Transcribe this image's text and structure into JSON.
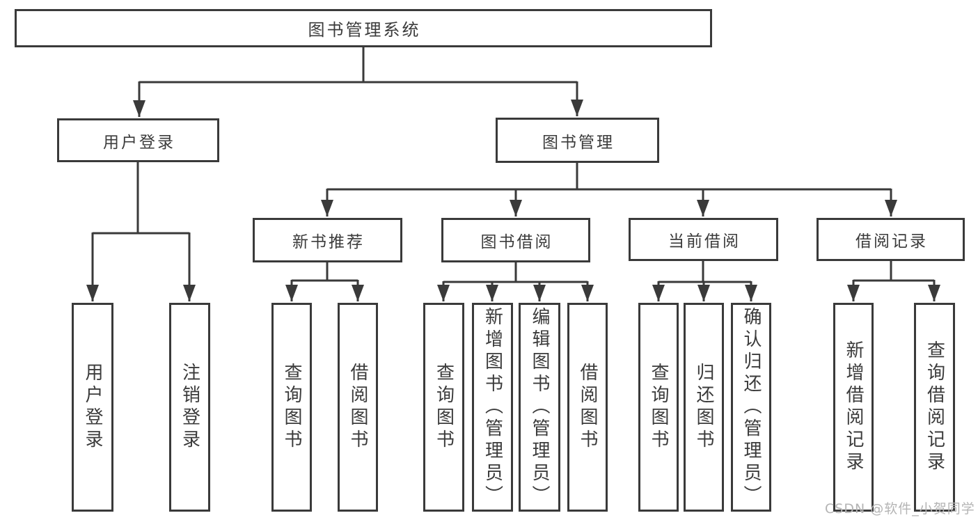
{
  "tree": {
    "label": "图书管理系统",
    "children": [
      {
        "label": "用户登录",
        "children": [
          {
            "label": "用户登录"
          },
          {
            "label": "注销登录"
          }
        ]
      },
      {
        "label": "图书管理",
        "children": [
          {
            "label": "新书推荐",
            "children": [
              {
                "label": "查询图书"
              },
              {
                "label": "借阅图书"
              }
            ]
          },
          {
            "label": "图书借阅",
            "children": [
              {
                "label": "查询图书"
              },
              {
                "label": "新增图书（管理员）"
              },
              {
                "label": "编辑图书（管理员）"
              },
              {
                "label": "借阅图书"
              }
            ]
          },
          {
            "label": "当前借阅",
            "children": [
              {
                "label": "查询图书"
              },
              {
                "label": "归还图书"
              },
              {
                "label": "确认归还（管理员）"
              }
            ]
          },
          {
            "label": "借阅记录",
            "children": [
              {
                "label": "新增借阅记录"
              },
              {
                "label": "查询借阅记录"
              }
            ]
          }
        ]
      }
    ]
  },
  "watermark": {
    "text": "CSDN @软件_小贺同学"
  },
  "colors": {
    "line": "#3a3a3a",
    "text": "#3b3b3b",
    "watermark": "#b4b4b4",
    "background": "#ffffff"
  }
}
